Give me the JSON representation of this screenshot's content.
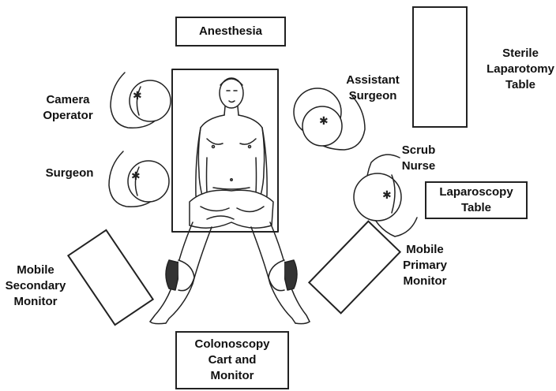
{
  "labels": {
    "anesthesia": "Anesthesia",
    "sterile_table": [
      "Sterile",
      "Laparotomy",
      "Table"
    ],
    "camera_operator": [
      "Camera",
      "Operator"
    ],
    "assistant_surgeon": [
      "Assistant",
      "Surgeon"
    ],
    "surgeon": "Surgeon",
    "scrub_nurse": [
      "Scrub",
      "Nurse"
    ],
    "laparoscopy_table": [
      "Laparoscopy",
      "Table"
    ],
    "mobile_primary_monitor": [
      "Mobile",
      "Primary",
      "Monitor"
    ],
    "mobile_secondary_monitor": [
      "Mobile",
      "Secondary",
      "Monitor"
    ],
    "colonoscopy_cart": [
      "Colonoscopy",
      "Cart and",
      "Monitor"
    ]
  },
  "colors": {
    "ink": "#222222",
    "background": "#ffffff"
  }
}
